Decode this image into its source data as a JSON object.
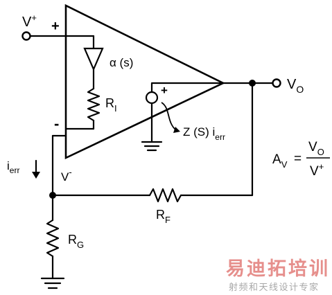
{
  "diagram": {
    "labels": {
      "v_plus_base": "V",
      "v_plus_sup": "+",
      "noninv_sign": "+",
      "inv_sign": "-",
      "v_minus_base": "V",
      "v_minus_sup": "-",
      "alpha": "α (s)",
      "ri_base": "R",
      "ri_sub": "I",
      "src_plus": "+",
      "z_text": "Z (S) i",
      "z_sub": "err",
      "vo_base": "V",
      "vo_sub": "O",
      "ierr_base": "i",
      "ierr_sub": "err",
      "rf_base": "R",
      "rf_sub": "F",
      "rg_base": "R",
      "rg_sub": "G",
      "av_base": "A",
      "av_sub": "V",
      "av_eq": "=",
      "frac_num_base": "V",
      "frac_num_sub": "O",
      "frac_den_base": "V",
      "frac_den_sup": "+"
    },
    "colors": {
      "line": "#000000",
      "watermark_red": "#d9534f",
      "watermark_gray": "#a8a8a8"
    }
  },
  "watermark": {
    "title": "易迪拓培训",
    "subtitle": "射频和天线设计专家"
  }
}
